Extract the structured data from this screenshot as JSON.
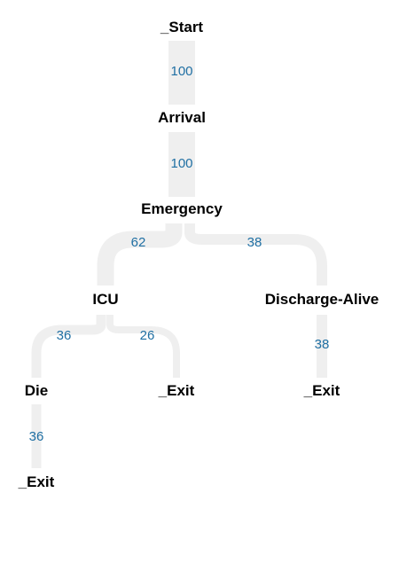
{
  "colors": {
    "flow": "#efefef",
    "edge_label": "#1f6fa3",
    "node_label": "#000000",
    "background": "#ffffff"
  },
  "nodes": {
    "start": "_Start",
    "arrival": "Arrival",
    "emergency": "Emergency",
    "icu": "ICU",
    "discharge_alive": "Discharge-Alive",
    "die": "Die",
    "exit_icu": "_Exit",
    "exit_discharge": "_Exit",
    "exit_die": "_Exit"
  },
  "edges": {
    "start_arrival": "100",
    "arrival_emergency": "100",
    "emergency_icu": "62",
    "emergency_discharge": "38",
    "icu_die": "36",
    "icu_exit": "26",
    "discharge_exit": "38",
    "die_exit": "36"
  }
}
